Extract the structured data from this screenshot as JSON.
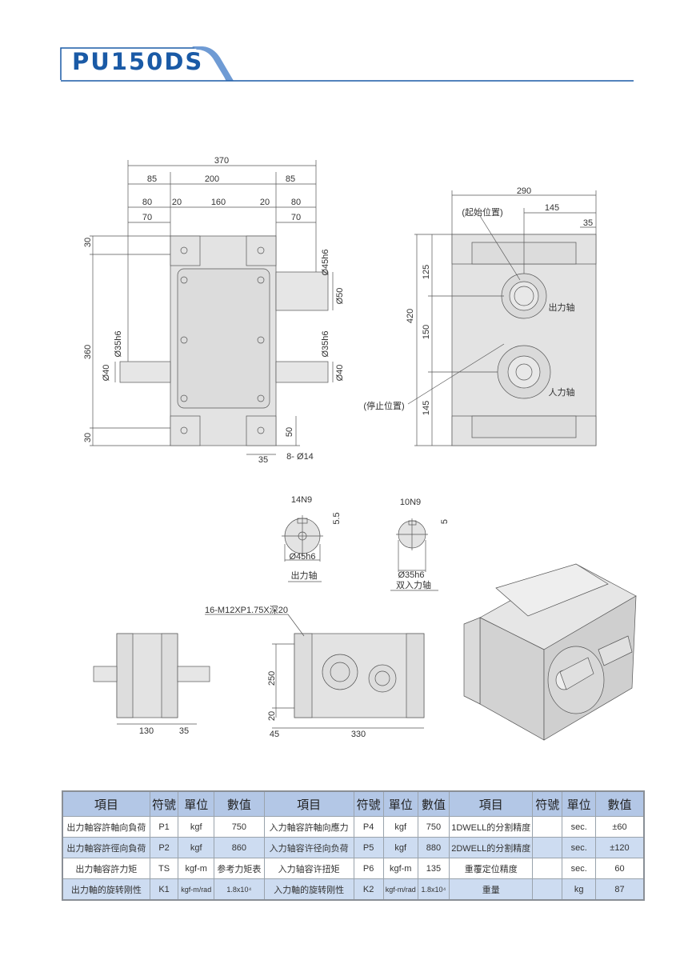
{
  "header": {
    "title": "PU150DS",
    "accent_color": "#1a5aa6"
  },
  "front_view": {
    "dims": {
      "overall": "370",
      "w85a": "85",
      "w200": "200",
      "w85b": "85",
      "w80a": "80",
      "w20a": "20",
      "w160": "160",
      "w20b": "20",
      "w80b": "80",
      "w70a": "70",
      "w70b": "70",
      "h30a": "30",
      "h360": "360",
      "h30b": "30",
      "d35h6_left": "Ø35h6",
      "d40_left": "Ø40",
      "d45h6": "Ø45h6",
      "d50": "Ø50",
      "d35h6_right": "Ø35h6",
      "d40_right": "Ø40",
      "h50": "50",
      "w35": "35",
      "holes": "8- Ø14"
    }
  },
  "side_view": {
    "dims": {
      "w290": "290",
      "w145": "145",
      "w35": "35",
      "h125": "125",
      "h420": "420",
      "h150": "150",
      "h145": "145"
    },
    "start_position": "(起始位置)",
    "stop_position": "(停止位置)",
    "output_shaft": "出力轴",
    "input_shaft": "人力轴"
  },
  "shaft_sections": {
    "output": {
      "key": "14N9",
      "depth": "5.5",
      "diameter": "Ø45h6",
      "label": "出力轴"
    },
    "input": {
      "key": "10N9",
      "depth": "5",
      "diameter": "Ø35h6",
      "label": "双入力轴"
    }
  },
  "bottom_views": {
    "left": {
      "w130": "130",
      "w35": "35"
    },
    "middle": {
      "tap": "16-M12XP1.75X深20",
      "h250": "250",
      "h20": "20",
      "w45": "45",
      "w330": "330"
    }
  },
  "spec_table": {
    "headers": [
      "項目",
      "符號",
      "單位",
      "數值",
      "項目",
      "符號",
      "單位",
      "數值",
      "項目",
      "符號",
      "單位",
      "數值"
    ],
    "rows": [
      [
        "出力軸容許軸向負荷",
        "P1",
        "kgf",
        "750",
        "入力軸容許軸向應力",
        "P4",
        "kgf",
        "750",
        "1DWELL的分割精度",
        "",
        "sec.",
        "±60"
      ],
      [
        "出力軸容許徑向負荷",
        "P2",
        "kgf",
        "860",
        "入力轴容许径向负荷",
        "P5",
        "kgf",
        "880",
        "2DWELL的分割精度",
        "",
        "sec.",
        "±120"
      ],
      [
        "出力軸容許力矩",
        "TS",
        "kgf-m",
        "参考力矩表",
        "入力轴容许扭矩",
        "P6",
        "kgf-m",
        "135",
        "重覆定位精度",
        "",
        "sec.",
        "60"
      ],
      [
        "出力軸的旋转刚性",
        "K1",
        "kgf-m/rad",
        "1.8x10⁴",
        "入力軸的旋转刚性",
        "K2",
        "kgf-m/rad",
        "1.8x10⁴",
        "重量",
        "",
        "kg",
        "87"
      ]
    ]
  }
}
